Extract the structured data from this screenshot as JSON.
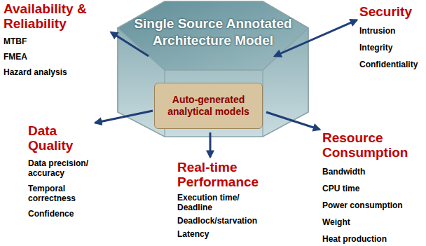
{
  "diagram": {
    "nodes": [
      {
        "text": [
          "Single Source Annotated Architecture Model"
        ]
      },
      {
        "text": [
          "Auto-generated analytical models"
        ],
        "in": 0
      },
      {
        "text": [
          "Availability & Reliability",
          "MTBF",
          "FMEA",
          "Hazard analysis"
        ]
      },
      {
        "text": [
          "Security",
          "Intrusion",
          "Integrity",
          "Confidentiality"
        ]
      },
      {
        "text": [
          "Data Quality",
          "Data precision/ accuracy",
          "Temporal correctness",
          "Confidence"
        ]
      },
      {
        "text": [
          "Real-time Performance",
          "Execution time/ Deadline",
          "Deadlock/starvation",
          "Latency"
        ]
      },
      {
        "text": [
          "Resource Consumption",
          "Bandwidth",
          "CPU time",
          "Power consumption",
          "Weight",
          "Heat production"
        ]
      }
    ],
    "edges": [
      {
        "from": 0,
        "to": 2,
        "arrow": "to"
      },
      {
        "from": 0,
        "to": 3,
        "arrow": "both"
      },
      {
        "from": 0,
        "to": 4,
        "arrow": "to"
      },
      {
        "from": 0,
        "to": 5,
        "arrow": "to"
      },
      {
        "from": 0,
        "to": 6,
        "arrow": "to"
      }
    ]
  }
}
